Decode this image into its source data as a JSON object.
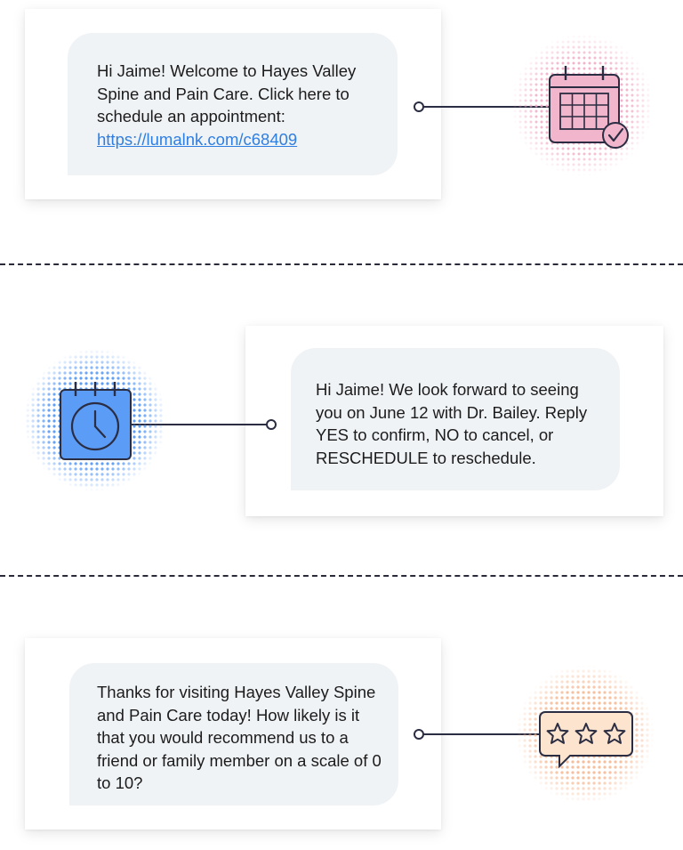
{
  "messages": [
    {
      "text": "Hi Jaime! Welcome to Hayes Valley Spine and Pain Care. Click here to schedule an appointment:",
      "link": "https://lumalnk.com/c68409",
      "icon": "calendar-check-icon"
    },
    {
      "text": "Hi Jaime! We look forward to seeing you on June 12 with Dr. Bailey. Reply YES to confirm, NO to cancel, or RESCHEDULE to reschedule.",
      "icon": "calendar-clock-icon"
    },
    {
      "text": "Thanks for visiting Hayes Valley Spine and Pain Care today! How likely is it that you would recommend us to a friend or family member on a scale of 0 to 10?",
      "icon": "star-rating-icon"
    }
  ],
  "colors": {
    "link": "#2f7fe0",
    "bubble": "#f0f3f6",
    "line": "#2b2d42",
    "calendar_pink": "#f2b6cc",
    "calendar_blue": "#5b9cf7",
    "rating_peach": "#fde4cf"
  }
}
